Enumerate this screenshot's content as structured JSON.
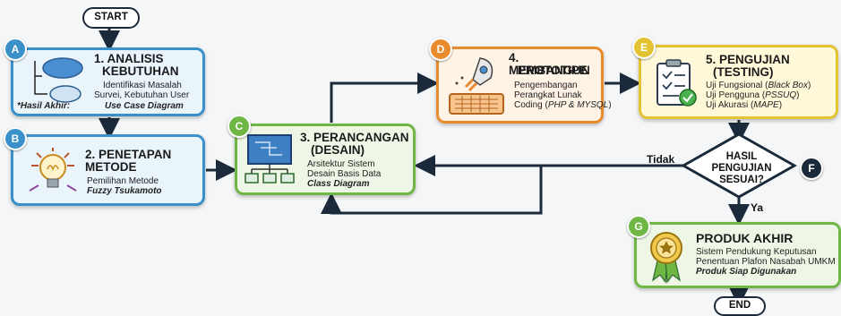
{
  "start_label": "START",
  "end_label": "END",
  "steps": {
    "a": {
      "badge": "A",
      "title1": "1. ANALISIS",
      "title2": "KEBUTUHAN",
      "line1": "Identifikasi Masalah",
      "line2": "Survei, Kebutuhan User",
      "result_prefix": "*Hasil Akhir:",
      "result": "Use Case Diagram"
    },
    "b": {
      "badge": "B",
      "title1": "2. PENETAPAN",
      "title2": "METODE",
      "line1": "Pemilihan Metode",
      "line2": "Fuzzy Tsukamoto"
    },
    "c": {
      "badge": "C",
      "title1": "3. PERANCANGAN",
      "title2": "(DESAIN)",
      "line1": "Arsitektur Sistem",
      "line2": "Desain Basis Data",
      "line3": "Class Diagram"
    },
    "d": {
      "badge": "D",
      "title1": "4. MEMBANGUN",
      "title2": "PROTOTIPE",
      "line1": "Pengembangan",
      "line2": "Perangkat Lunak",
      "line3_a": "Coding (",
      "line3_b": "PHP & MYSQL",
      "line3_c": ")"
    },
    "e": {
      "badge": "E",
      "title1": "5. PENGUJIAN",
      "title2": "(TESTING)",
      "line1_a": "Uji Fungsional (",
      "line1_b": "Black Box",
      "line1_c": ")",
      "line2_a": "Uji Pengguna (",
      "line2_b": "PSSUQ",
      "line2_c": ")",
      "line3_a": "Uji Akurasi (",
      "line3_b": "MAPE",
      "line3_c": ")"
    },
    "f": {
      "badge": "F",
      "line1": "HASIL",
      "line2": "PENGUJIAN",
      "line3": "SESUAI?",
      "no_label": "Tidak",
      "yes_label": "Ya"
    },
    "g": {
      "badge": "G",
      "title": "PRODUK AKHIR",
      "line1": "Sistem Pendukung Keputusan",
      "line2": "Penentuan Plafon Nasabah UMKM",
      "line3": "Produk Siap Digunakan"
    }
  },
  "colors": {
    "blue": "#3a91c9",
    "green": "#6fb644",
    "orange": "#e98a2c",
    "yellow": "#e3c234",
    "navy": "#1b2a3a"
  }
}
